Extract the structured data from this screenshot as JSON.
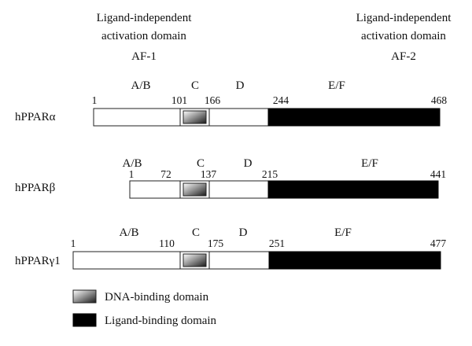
{
  "af1": {
    "line1": "Ligand-independent",
    "line2": "activation domain",
    "line3": "AF-1"
  },
  "af2": {
    "line1": "Ligand-independent",
    "line2": "activation domain",
    "line3": "AF-2"
  },
  "proteins": [
    {
      "name": "hPPARα",
      "regions": [
        "A/B",
        "C",
        "D",
        "E/F"
      ],
      "positions": [
        1,
        101,
        166,
        244,
        468
      ]
    },
    {
      "name": "hPPARβ",
      "regions": [
        "A/B",
        "C",
        "D",
        "E/F"
      ],
      "positions": [
        1,
        72,
        137,
        215,
        441
      ]
    },
    {
      "name": "hPPARγ1",
      "regions": [
        "A/B",
        "C",
        "D",
        "E/F"
      ],
      "positions": [
        1,
        110,
        175,
        251,
        477
      ]
    }
  ],
  "legend": {
    "dna_binding": "DNA-binding domain",
    "ligand_binding": "Ligand-binding domain"
  },
  "colors": {
    "ligand_binding_fill": "#000000",
    "bar_fill": "#ffffff",
    "outline": "#222222"
  }
}
